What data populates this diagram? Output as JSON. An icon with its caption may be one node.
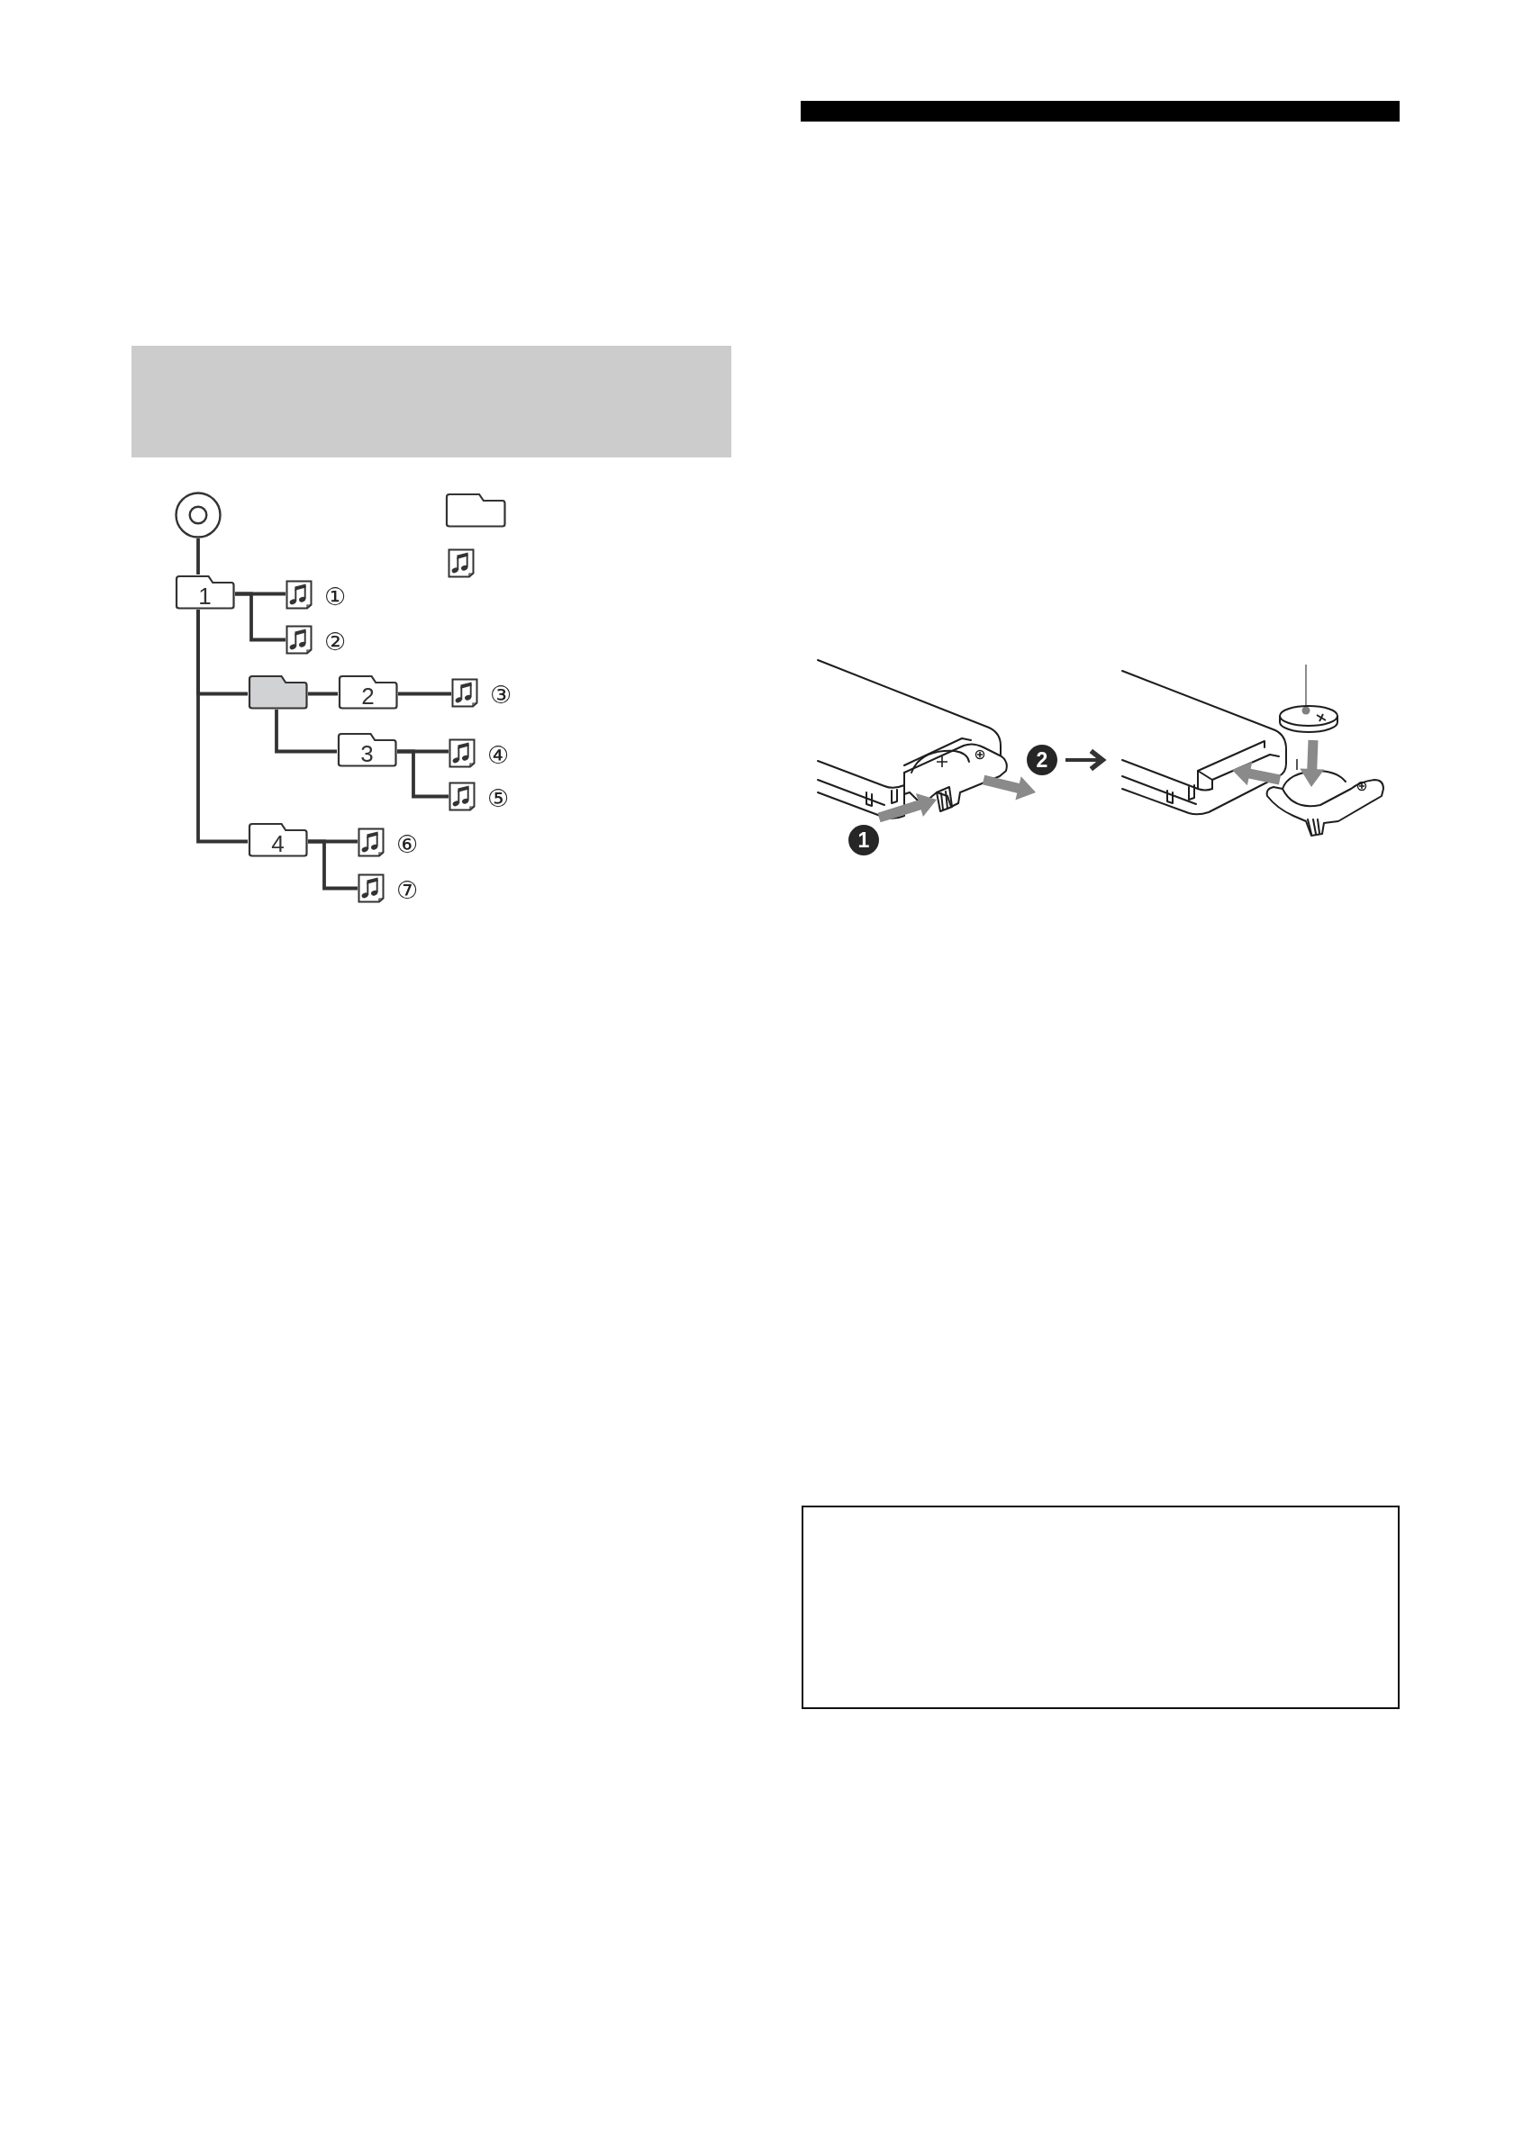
{
  "diagram": {
    "nodes": [
      {
        "text": [],
        "shape": "circle"
      },
      {
        "text": [
          "1"
        ]
      },
      {
        "text": [],
        "shape": "document",
        "beside": [
          "①"
        ]
      },
      {
        "text": [],
        "shape": "document",
        "beside": [
          "②"
        ]
      },
      {
        "text": [],
        "shape": "folder"
      },
      {
        "text": [
          "2"
        ]
      },
      {
        "text": [],
        "shape": "document",
        "beside": [
          "③"
        ]
      },
      {
        "text": [
          "3"
        ]
      },
      {
        "text": [],
        "shape": "document",
        "beside": [
          "④"
        ]
      },
      {
        "text": [],
        "shape": "document",
        "beside": [
          "⑤"
        ]
      },
      {
        "text": [
          "4"
        ]
      },
      {
        "text": [],
        "shape": "document",
        "beside": [
          "⑥"
        ]
      },
      {
        "text": [],
        "shape": "document",
        "beside": [
          "⑦"
        ]
      },
      {
        "text": [],
        "shape": "folder"
      },
      {
        "text": [],
        "shape": "document"
      },
      {
        "text": [],
        "shape": "bar"
      },
      {
        "text": [],
        "shape": "picture",
        "beside": [
          "1"
        ]
      },
      {
        "text": [],
        "shape": "picture"
      },
      {
        "text": [],
        "shape": "picture",
        "in": 17
      }
    ],
    "edges": [
      {
        "from": 0,
        "to": 1,
        "arrow": "none"
      },
      {
        "from": 1,
        "to": 2,
        "arrow": "none"
      },
      {
        "from": 1,
        "to": 3,
        "arrow": "none"
      },
      {
        "from": 1,
        "to": 4,
        "arrow": "none"
      },
      {
        "from": 1,
        "to": 10,
        "arrow": "none"
      },
      {
        "from": 4,
        "to": 5,
        "arrow": "none"
      },
      {
        "from": 5,
        "to": 6,
        "arrow": "none"
      },
      {
        "from": 4,
        "to": 7,
        "arrow": "none"
      },
      {
        "from": 7,
        "to": 8,
        "arrow": "none"
      },
      {
        "from": 7,
        "to": 9,
        "arrow": "none"
      },
      {
        "from": 10,
        "to": 11,
        "arrow": "none"
      },
      {
        "from": 10,
        "to": 12,
        "arrow": "none"
      },
      {
        "from": 16,
        "to": 17,
        "arrow": "to"
      },
      {
        "from": null,
        "to": 18,
        "arrow": "other",
        "color": "#808080"
      }
    ],
    "labels": [
      "2"
    ]
  }
}
